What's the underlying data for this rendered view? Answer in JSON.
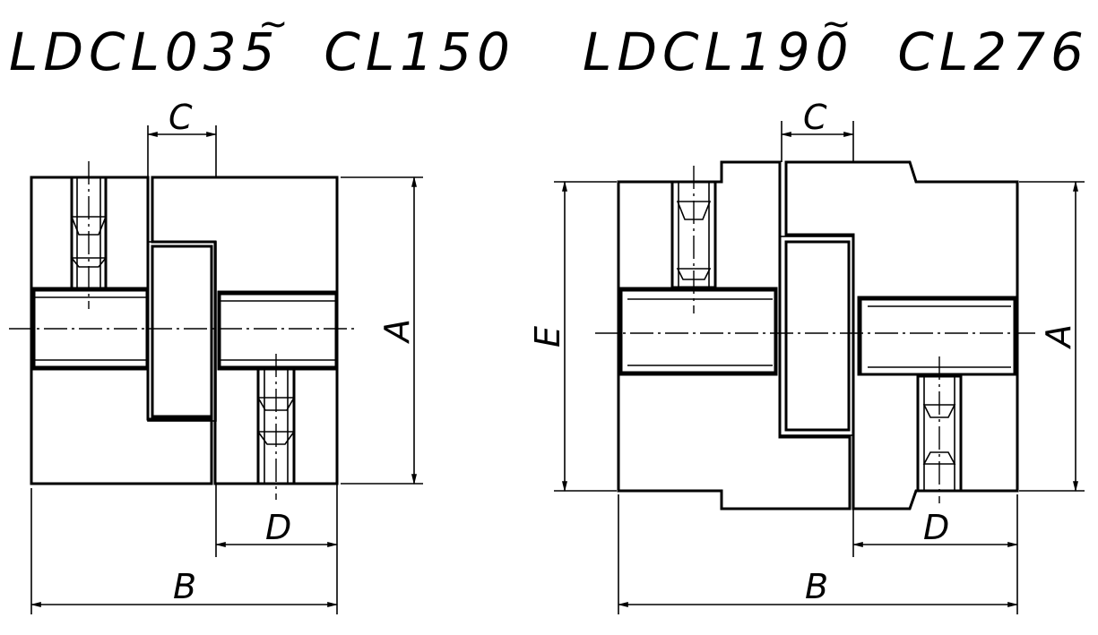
{
  "left_view": {
    "title": "LDCL035  CL150",
    "tilde": "~",
    "labels": {
      "c": "C",
      "a": "A",
      "d": "D",
      "b": "B"
    }
  },
  "right_view": {
    "title": "LDCL190  CL276",
    "tilde": "~",
    "labels": {
      "c": "C",
      "a": "A",
      "e": "E",
      "d": "D",
      "b": "B"
    }
  }
}
